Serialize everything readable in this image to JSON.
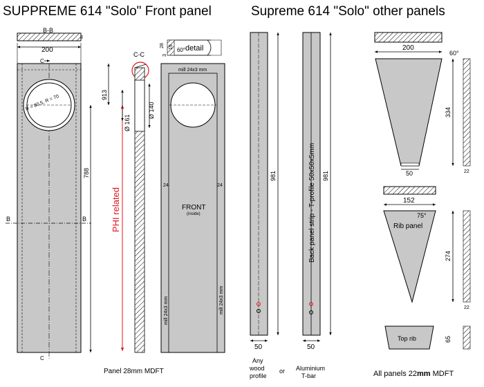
{
  "titles": {
    "front": "SUPPREME 614 \"Solo\" Front panel",
    "others": "Supreme 614 \"Solo\" other panels"
  },
  "front_panel": {
    "section_bb": "B-B",
    "width": "200",
    "height_913": "913",
    "height_788": "788",
    "radius_note": "R = 80.5, R = 70",
    "section_cc": "C-C",
    "diam_140": "Ø 140",
    "diam_161": "Ø 161",
    "phi_related": "PHI related",
    "mark_b": "B",
    "mark_c": "C",
    "small_3": "3",
    "caption": "Panel 28mm MDFT",
    "detail": {
      "label": "detail",
      "dim_28": "28",
      "dim_19": "19",
      "dim_3": "3",
      "angle": "60°"
    },
    "front_view": {
      "mill_top": "mill 24x3 mm",
      "mill_side": "mill 24x3 mm",
      "dim_24": "24",
      "label": "FRONT",
      "sub": "(inside)"
    }
  },
  "side_panels": {
    "height": "981",
    "width": "50",
    "back_strip": "Back panel strip - T-profile 50x50x5mm",
    "wood_caption": [
      "Any",
      "wood",
      "profile"
    ],
    "or": "or",
    "alu_caption": [
      "Aluminium",
      "T-bar"
    ]
  },
  "other_panels": {
    "top_width": "200",
    "angle_60": "60°",
    "height_334": "334",
    "bottom_50": "50",
    "dim_22": "22",
    "rib_width": "152",
    "angle_75": "75°",
    "rib_label": "Rib panel",
    "height_274": "274",
    "top_rib_label": "Top rib",
    "height_65": "65",
    "caption_prefix": "All panels 22",
    "caption_bold": "mm",
    "caption_suffix": " MDFT"
  },
  "colors": {
    "panel_fill": "#c8c8c8",
    "hatch": "#000000",
    "phi_red": "#e0141e"
  }
}
